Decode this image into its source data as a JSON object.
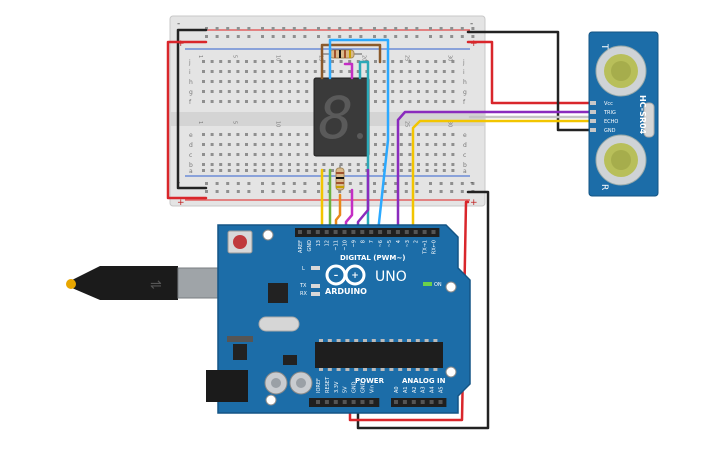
{
  "breadboard": {
    "plus": "+",
    "minus": "-",
    "row_letters_top": [
      "j",
      "i",
      "h",
      "g",
      "f"
    ],
    "row_letters_bottom": [
      "e",
      "d",
      "c",
      "b",
      "a"
    ],
    "col_numbers": [
      "1",
      "5",
      "10",
      "15",
      "20",
      "25",
      "30"
    ]
  },
  "segment_display": {
    "digit": "8"
  },
  "sensor": {
    "model": "HC-SR04",
    "pins": [
      "Vcc",
      "TRIG",
      "ECHO",
      "GND"
    ],
    "t_label": "T",
    "r_label": "R"
  },
  "arduino": {
    "logo": "ARDUINO",
    "uno": "UNO",
    "digital_label": "DIGITAL (PWM~)",
    "power_label": "POWER",
    "analog_label": "ANALOG IN",
    "on_label": "ON",
    "l_label": "L",
    "tx_label": "TX",
    "rx_label": "RX",
    "digital_pins": [
      "AREF",
      "GND",
      "13",
      "12",
      "~11",
      "~10",
      "~9",
      "8",
      "7",
      "~6",
      "~5",
      "4",
      "~3",
      "2",
      "TX→1",
      "RX←0"
    ],
    "power_pins": [
      "IOREF",
      "RESET",
      "3.3V",
      "5V",
      "GND",
      "GND",
      "Vin"
    ],
    "analog_pins": [
      "A0",
      "A1",
      "A2",
      "A3",
      "A4",
      "A5"
    ]
  },
  "colors": {
    "board_blue": "#1c6da8",
    "wire_red": "#d9262b",
    "wire_black": "#222222",
    "wire_yellow": "#f2c500",
    "wire_green": "#6bb33e",
    "wire_orange": "#e8881a",
    "wire_purple": "#8a2bbd",
    "wire_magenta": "#c42ec4",
    "wire_teal": "#2ba9b8",
    "wire_brown": "#8b5a2b",
    "wire_blue": "#3a7ad6",
    "wire_gray": "#9aa0a6"
  }
}
